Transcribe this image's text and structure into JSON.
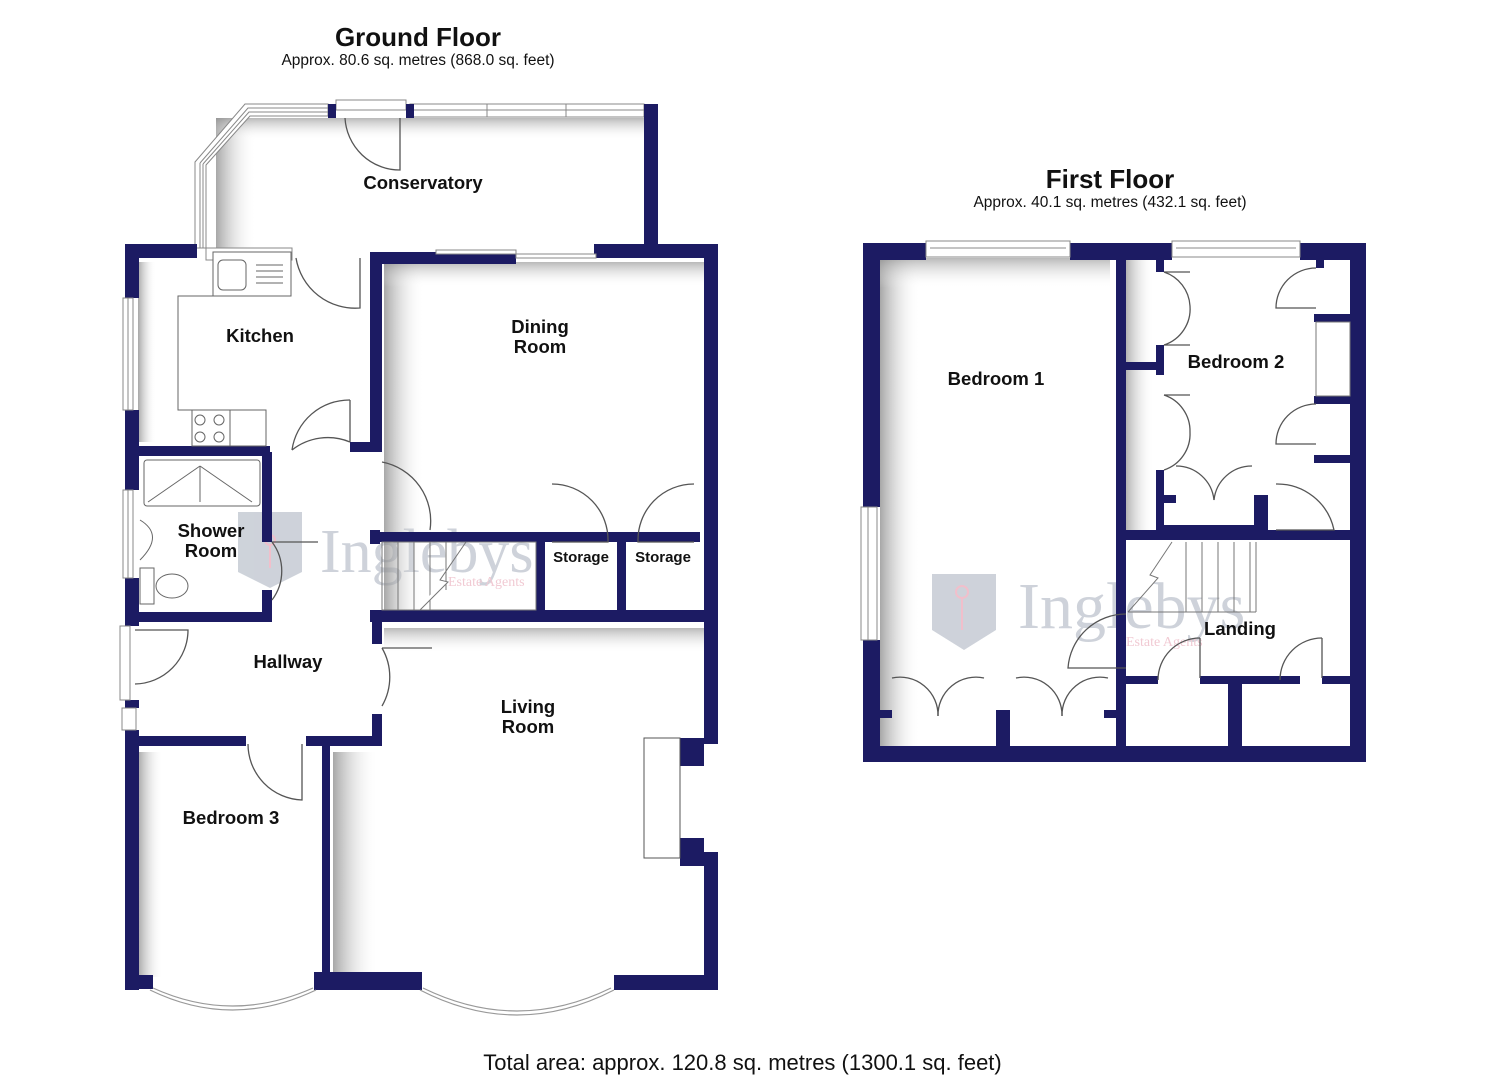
{
  "ground_floor": {
    "title": "Ground Floor",
    "area": "Approx. 80.6 sq. metres (868.0 sq. feet)",
    "rooms": [
      {
        "name": "Conservatory"
      },
      {
        "name": "Kitchen"
      },
      {
        "name": "Dining\nRoom"
      },
      {
        "name": "Shower\nRoom"
      },
      {
        "name": "Storage"
      },
      {
        "name": "Storage"
      },
      {
        "name": "Hallway"
      },
      {
        "name": "Living\nRoom"
      },
      {
        "name": "Bedroom 3"
      }
    ]
  },
  "first_floor": {
    "title": "First Floor",
    "area": "Approx. 40.1 sq. metres (432.1 sq. feet)",
    "rooms": [
      {
        "name": "Bedroom 1"
      },
      {
        "name": "Bedroom 2"
      },
      {
        "name": "Landing"
      }
    ]
  },
  "total_area": "Total area: approx. 120.8 sq. metres (1300.1 sq. feet)",
  "watermark": {
    "brand": "Inglebys",
    "tagline": "Estate Agents",
    "icon": "key-shield-icon"
  },
  "colors": {
    "wall": "#1c1b63",
    "fixture_line": "#777777",
    "watermark_gray": "#c9ced6",
    "watermark_pink": "#f0b9c6"
  }
}
